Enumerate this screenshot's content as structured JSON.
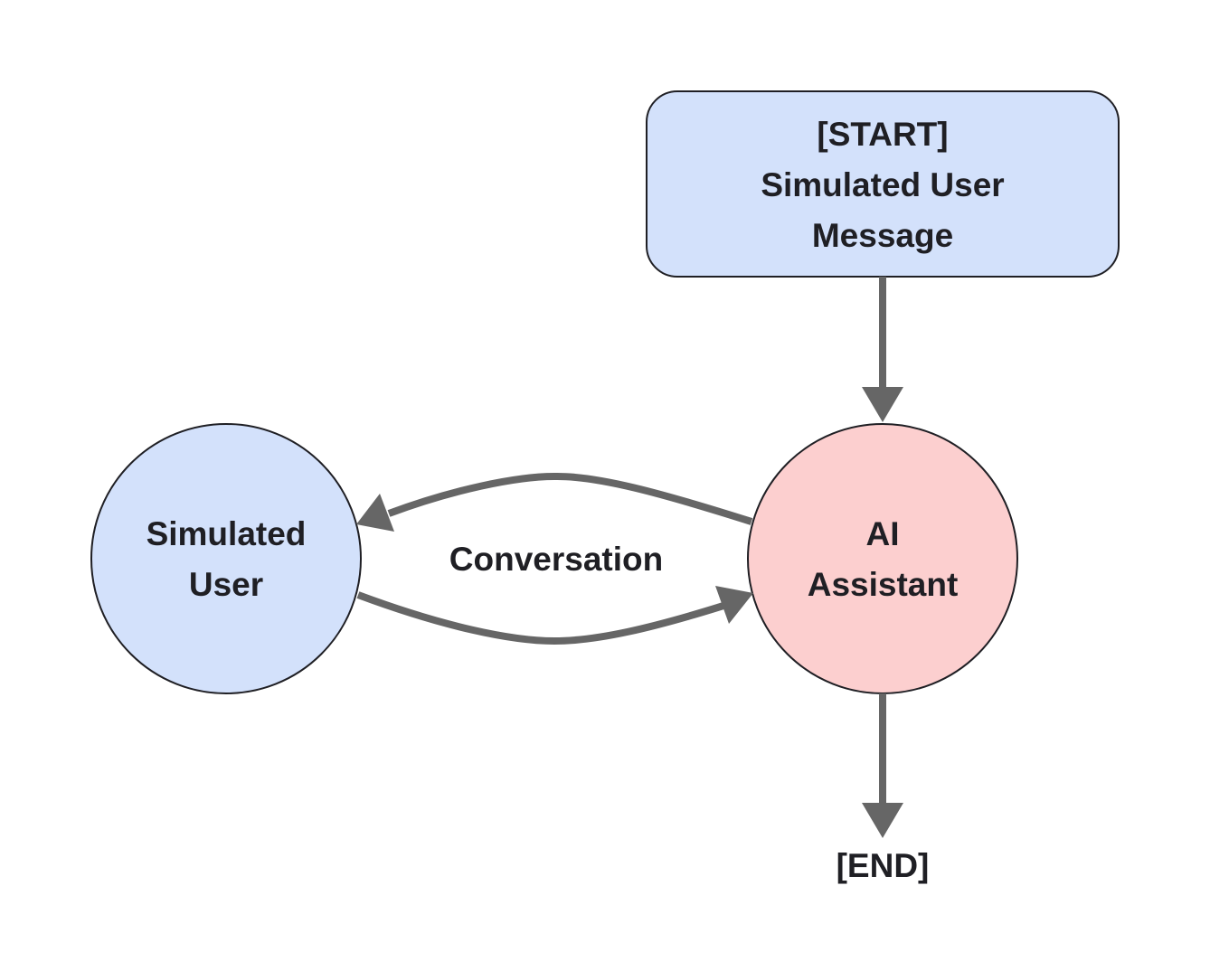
{
  "colors": {
    "user_node_fill": "#d3e1fb",
    "assistant_node_fill": "#fccfcf",
    "start_node_fill": "#d3e1fb",
    "edge_color": "#666666",
    "outline_color": "#1f1f24"
  },
  "nodes": {
    "start": {
      "line1": "[START]",
      "line2": "Simulated User",
      "line3": "Message"
    },
    "simulated_user": {
      "line1": "Simulated",
      "line2": "User"
    },
    "ai_assistant": {
      "line1": "AI",
      "line2": "Assistant"
    },
    "end": {
      "label": "[END]"
    }
  },
  "edges": {
    "conversation_label": "Conversation"
  }
}
